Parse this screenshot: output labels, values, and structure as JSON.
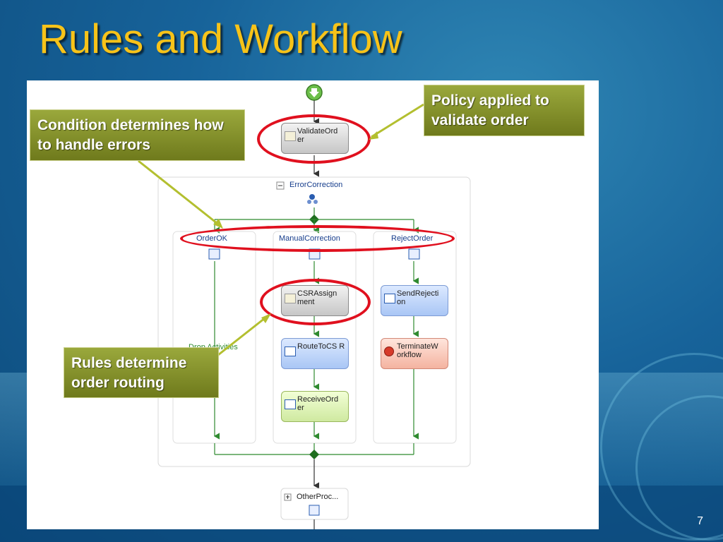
{
  "slide": {
    "title": "Rules and Workflow",
    "page_number": "7"
  },
  "callouts": {
    "policy": "Policy applied to validate order",
    "condition": "Condition determines how to handle errors",
    "rules": "Rules determine order routing"
  },
  "workflow": {
    "validate_order": "ValidateOrd er",
    "error_correction": "ErrorCorrection",
    "branches": [
      "OrderOK",
      "ManualCorrection",
      "RejectOrder"
    ],
    "drop_activities": "Drop Activities",
    "csr_assignment": "CSRAssign ment",
    "route_to_csr": "RouteToCS R",
    "receive_order": "ReceiveOrd er",
    "send_rejection": "SendRejecti on",
    "terminate_workflow": "TerminateW orkflow",
    "other_proc": "OtherProc..."
  },
  "colors": {
    "title": "#f7c319",
    "callout": "#7f8b24",
    "highlight": "#e0101e",
    "connector": "#2f8a2f"
  }
}
